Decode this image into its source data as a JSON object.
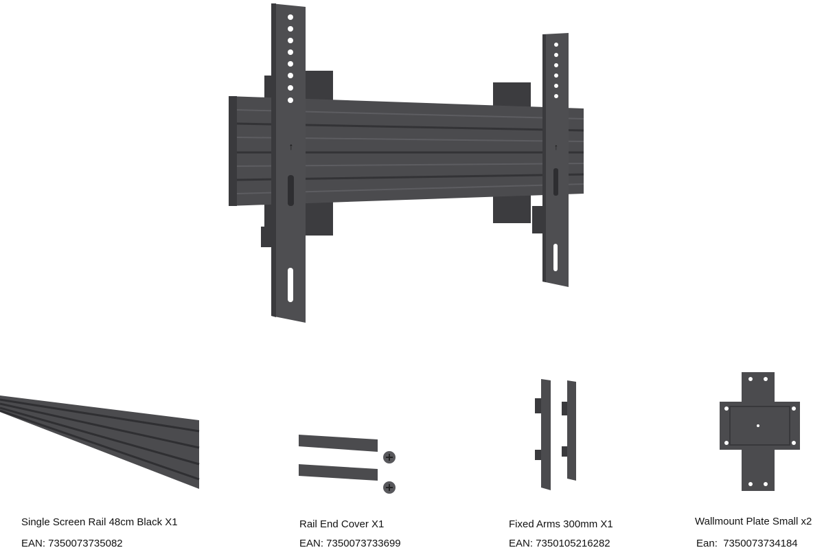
{
  "colors": {
    "metal": "#4b4b4e",
    "metal_dark": "#333336",
    "metal_light": "#66666a"
  },
  "products": [
    {
      "name": "Single Screen Rail 48cm Black X1",
      "ean": "EAN: 7350073735082"
    },
    {
      "name": "Rail End Cover X1",
      "ean": "EAN: 7350073733699"
    },
    {
      "name": "Fixed Arms 300mm X1",
      "ean": "EAN: 7350105216282"
    },
    {
      "name": "Wallmount Plate Small x2",
      "ean": "Ean:  7350073734184"
    }
  ]
}
